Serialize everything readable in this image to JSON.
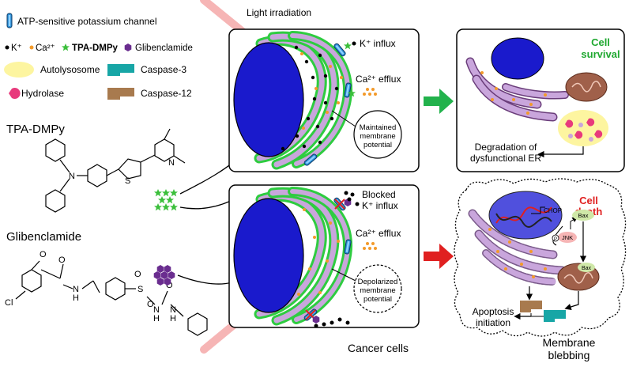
{
  "legend": {
    "channel": "ATP-sensitive potassium channel",
    "k_ion": "K⁺",
    "ca_ion": "Ca²⁺",
    "tpa_dmpy": "TPA-DMPy",
    "glibenclamide": "Glibenclamide",
    "autolysosome": "Autolysosome",
    "caspase3": "Caspase-3",
    "hydrolase": "Hydrolase",
    "caspase12": "Caspase-12"
  },
  "molecules": {
    "tpa_title": "TPA-DMPy",
    "gli_title": "Glibenclamide",
    "atoms": {
      "O": "O",
      "N": "N",
      "H": "H",
      "S": "S",
      "Cl": "Cl",
      "N_h": "N"
    }
  },
  "light": "Light irradiation",
  "top_cell": {
    "k_influx": "K⁺ influx",
    "ca_efflux": "Ca²⁺ efflux",
    "potential": [
      "Maintained",
      "membrane",
      "potential"
    ]
  },
  "bottom_cell": {
    "blocked": "Blocked",
    "k_influx": "K⁺ influx",
    "ca_efflux": "Ca²⁺ efflux",
    "potential": [
      "Depolarized",
      "membrane",
      "potential"
    ]
  },
  "cancer_cells": "Cancer cells",
  "survival": {
    "title": [
      "Cell",
      "survival"
    ],
    "degradation": [
      "Degradation of",
      "dysfunctional ER"
    ]
  },
  "death": {
    "title": [
      "Cell",
      "death"
    ],
    "chop": "CHOP",
    "jnk": "JNK",
    "p": "P",
    "bax": "Bax",
    "bax2": "Bax",
    "apoptosis": [
      "Apoptosis",
      "initiation"
    ],
    "blebbing": [
      "Membrane",
      "blebbing"
    ]
  },
  "colors": {
    "nucleus": "#1a1acc",
    "er_membrane": "#2ecc40",
    "er_fill": "#c9a6dc",
    "arrow_green": "#22b24c",
    "arrow_red": "#e02020",
    "survival_text": "#1fa830",
    "death_text": "#e02020",
    "caspase3": "#17a6a6",
    "caspase12": "#a87a4e",
    "autolysosome": "#fdf5a0",
    "hydrolase": "#e83a7c",
    "ca_dot": "#f39a2a",
    "tpa_star": "#3bbf3b",
    "glib_hex": "#6a2d8f",
    "mito": "#a0604a"
  }
}
